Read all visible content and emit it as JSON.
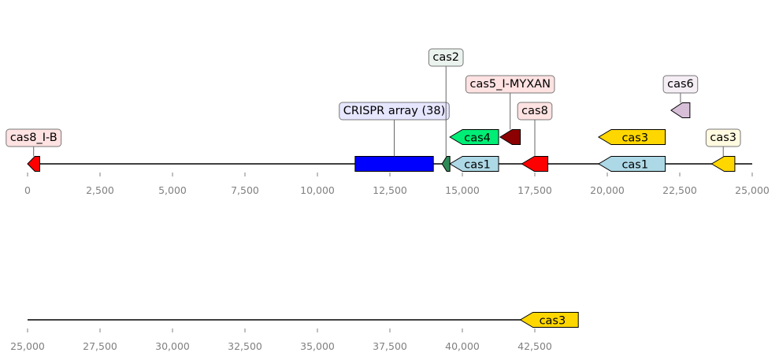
{
  "rows": [
    {
      "start": 0,
      "end": 25000,
      "ticks": [
        0,
        2500,
        5000,
        7500,
        10000,
        12500,
        15000,
        17500,
        20000,
        22500,
        25000
      ],
      "tick_labels": [
        "0",
        "2,500",
        "5,000",
        "7,500",
        "10,000",
        "12,500",
        "15,000",
        "17,500",
        "20,000",
        "22,500",
        "25,000"
      ]
    },
    {
      "start": 25000,
      "end": 50000,
      "ticks": [
        25000,
        27500,
        30000,
        32500,
        35000,
        37500,
        40000,
        42500
      ],
      "tick_labels": [
        "25,000",
        "27,500",
        "30,000",
        "32,500",
        "35,000",
        "37,500",
        "40,000",
        "42,500"
      ]
    }
  ],
  "features": [
    {
      "name": "cas8-i-b",
      "row": 0,
      "start": 0,
      "end": 420,
      "strand": -1,
      "level": 0,
      "color": "#ff0000",
      "label": "cas8_I-B",
      "label_pos": "above",
      "label_bg": "#ffe2e2"
    },
    {
      "name": "crispr-array",
      "row": 0,
      "start": 11300,
      "end": 14000,
      "strand": 0,
      "level": 0,
      "color": "#0000ff",
      "label": "CRISPR array (38)",
      "label_pos": "above",
      "label_bg": "#e6e6ff"
    },
    {
      "name": "cas2",
      "row": 0,
      "start": 14300,
      "end": 14570,
      "strand": -1,
      "level": 0,
      "color": "#2e8b57",
      "label": "cas2",
      "label_pos": "above",
      "label_bg": "#eaf3ee"
    },
    {
      "name": "cas1-a",
      "row": 0,
      "start": 14570,
      "end": 16250,
      "strand": -1,
      "level": 0,
      "color": "#add8e6",
      "label": "cas1",
      "label_pos": "inside",
      "label_bg": ""
    },
    {
      "name": "cas4",
      "row": 0,
      "start": 14570,
      "end": 16250,
      "strand": -1,
      "level": 1,
      "color": "#00ee76",
      "label": "cas4",
      "label_pos": "inside",
      "label_bg": ""
    },
    {
      "name": "cas5-i-myxan",
      "row": 0,
      "start": 16300,
      "end": 17000,
      "strand": -1,
      "level": 1,
      "color": "#8b0000",
      "label": "cas5_I-MYXAN",
      "label_pos": "above",
      "label_bg": "#ffe2e2"
    },
    {
      "name": "cas8",
      "row": 0,
      "start": 17050,
      "end": 17950,
      "strand": -1,
      "level": 0,
      "color": "#ff0000",
      "label": "cas8",
      "label_pos": "above",
      "label_bg": "#ffe2e2"
    },
    {
      "name": "cas1-b",
      "row": 0,
      "start": 19700,
      "end": 22000,
      "strand": -1,
      "level": 0,
      "color": "#add8e6",
      "label": "cas1",
      "label_pos": "inside",
      "label_bg": ""
    },
    {
      "name": "cas3-a",
      "row": 0,
      "start": 19700,
      "end": 22000,
      "strand": -1,
      "level": 1,
      "color": "#ffd700",
      "label": "cas3",
      "label_pos": "inside",
      "label_bg": ""
    },
    {
      "name": "cas6",
      "row": 0,
      "start": 22200,
      "end": 22850,
      "strand": -1,
      "level": 2,
      "color": "#d8bfd8",
      "label": "cas6",
      "label_pos": "above",
      "label_bg": "#f5eef5"
    },
    {
      "name": "cas3-b",
      "row": 0,
      "start": 23600,
      "end": 24400,
      "strand": -1,
      "level": 0,
      "color": "#ffd700",
      "label": "cas3",
      "label_pos": "above",
      "label_bg": "#fffae0"
    },
    {
      "name": "cas3-c",
      "row": 1,
      "start": 42000,
      "end": 44000,
      "strand": -1,
      "level": 0,
      "color": "#ffd700",
      "label": "cas3",
      "label_pos": "inside",
      "label_bg": ""
    }
  ]
}
